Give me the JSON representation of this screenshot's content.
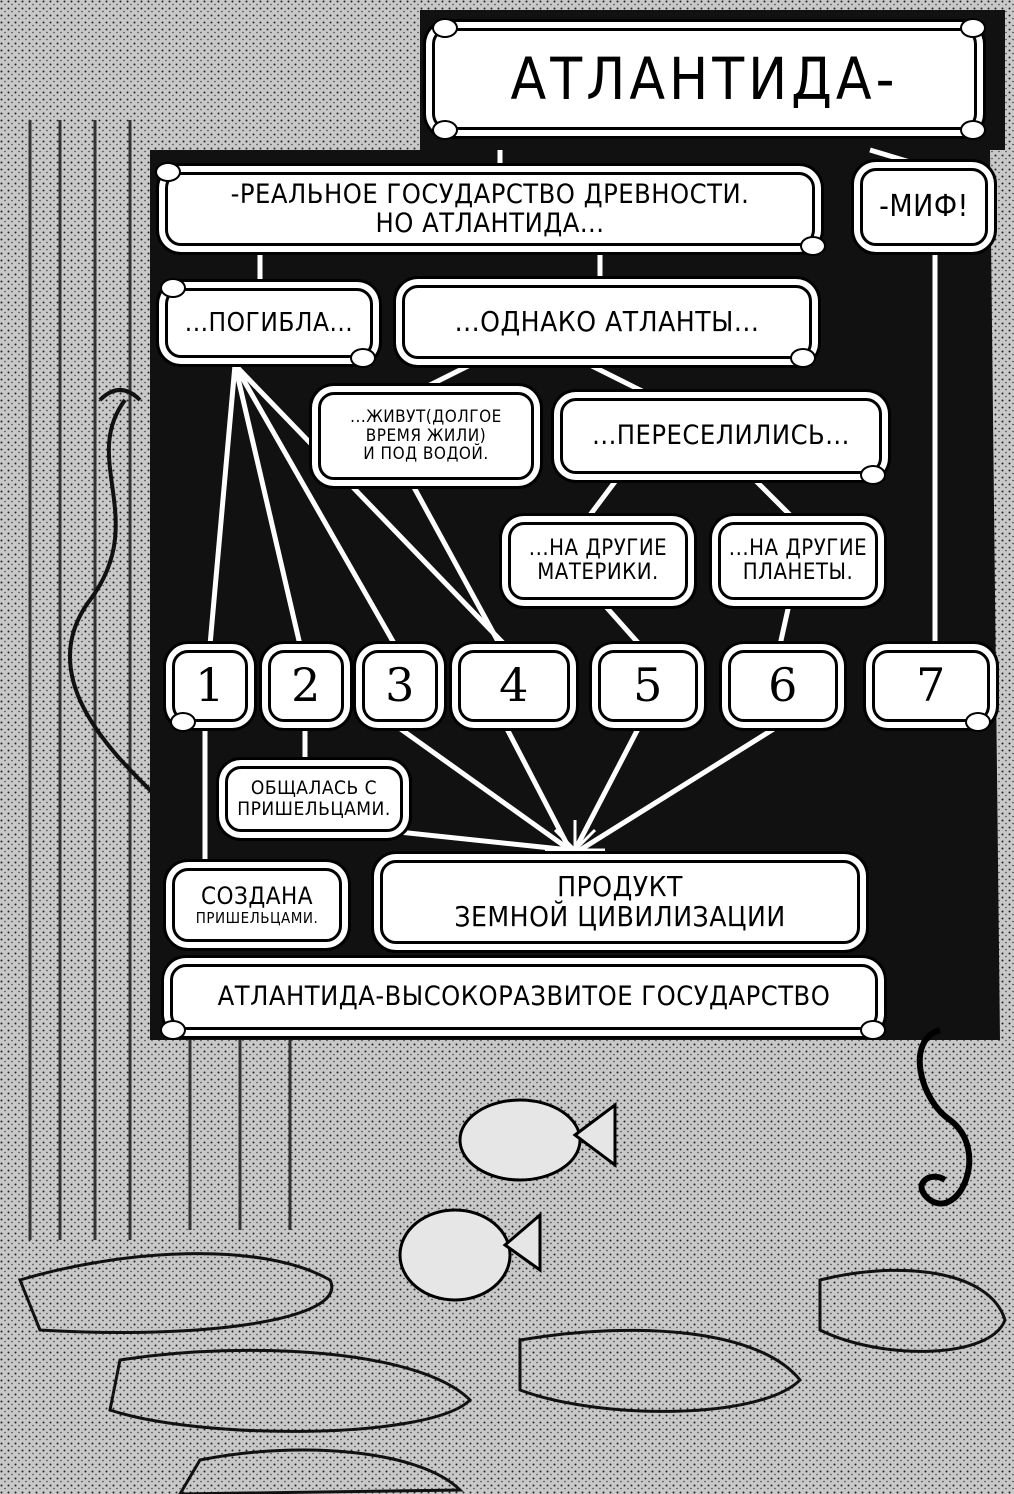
{
  "title": "АТЛАНТИДА-",
  "branches": {
    "real_state": [
      "-РЕАЛЬНОЕ ГОСУДАРСТВО ДРЕВНОСТИ.",
      "НО АТЛАНТИДА..."
    ],
    "myth": "-МИФ!"
  },
  "fates": {
    "perished": "...ПОГИБЛА...",
    "however": "...ОДНАКО АТЛАНТЫ...",
    "live_underwater": [
      "...ЖИВУТ(ДОЛГОЕ",
      "ВРЕМЯ ЖИЛИ)",
      "И ПОД ВОДОЙ."
    ],
    "migrated": "...ПЕРЕСЕЛИЛИСЬ...",
    "continents": [
      "...НА ДРУГИЕ",
      "МАТЕРИКИ."
    ],
    "planets": [
      "...НА ДРУГИЕ",
      "ПЛАНЕТЫ."
    ]
  },
  "hypotheses": [
    "1",
    "2",
    "3",
    "4",
    "5",
    "6",
    "7"
  ],
  "contact": [
    "ОБЩАЛАСЬ С",
    "ПРИШЕЛЬЦАМИ."
  ],
  "created": [
    "СОЗДАНА",
    "ПРИШЕЛЬЦАМИ."
  ],
  "product": [
    "ПРОДУКТ",
    "ЗЕМНОЙ ЦИВИЛИЗАЦИИ"
  ],
  "conclusion": "АТЛАНТИДА-ВЫСОКОРАЗВИТОЕ ГОСУДАРСТВО",
  "colors": {
    "ink": "#000000",
    "paper": "#ffffff",
    "stipple": "#bdbdbd"
  }
}
